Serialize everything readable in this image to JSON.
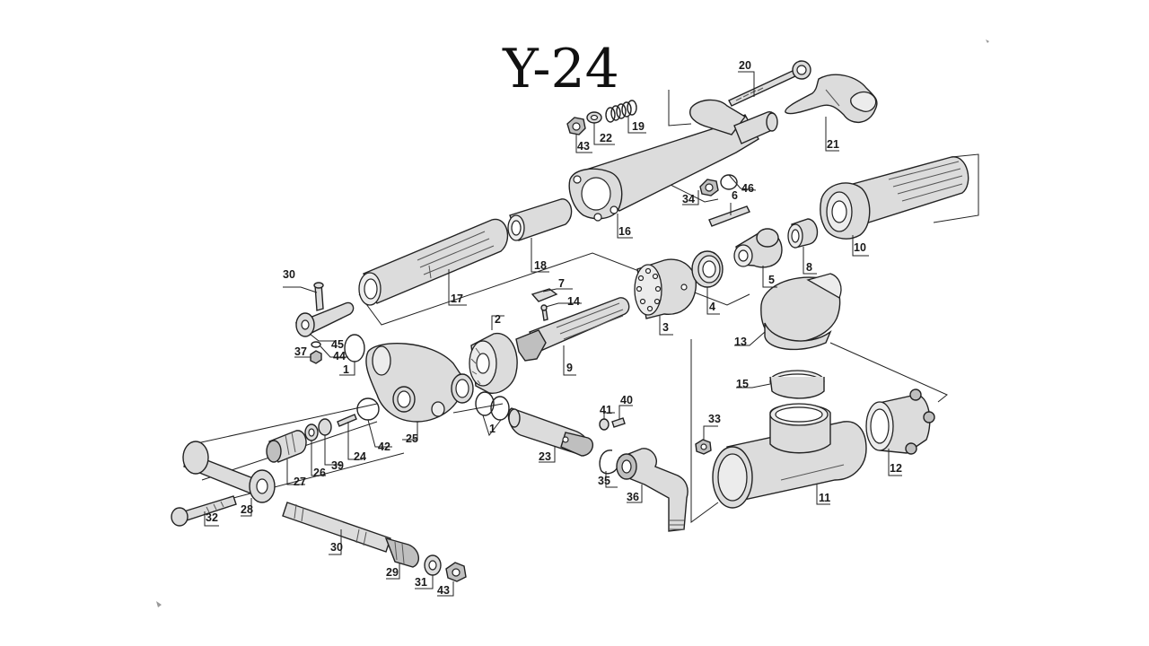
{
  "diagram": {
    "title": "Y-24",
    "labels": {
      "p1a": "1",
      "p1b": "1",
      "p2": "2",
      "p3": "3",
      "p4": "4",
      "p5": "5",
      "p6": "6",
      "p7": "7",
      "p8": "8",
      "p9": "9",
      "p10": "10",
      "p11": "11",
      "p12": "12",
      "p13": "13",
      "p14": "14",
      "p15": "15",
      "p16": "16",
      "p17": "17",
      "p18": "18",
      "p19": "19",
      "p20": "20",
      "p21": "21",
      "p22": "22",
      "p23": "23",
      "p24": "24",
      "p25": "25",
      "p26": "26",
      "p27": "27",
      "p28": "28",
      "p29": "29",
      "p30a": "30",
      "p30b": "30",
      "p31": "31",
      "p32": "32",
      "p33": "33",
      "p34": "34",
      "p35": "35",
      "p36": "36",
      "p37": "37",
      "p39": "39",
      "p40": "40",
      "p41": "41",
      "p42": "42",
      "p43a": "43",
      "p43b": "43",
      "p44": "44",
      "p45": "45",
      "p46": "46"
    }
  },
  "colors": {
    "background": "#ffffff",
    "part_fill": "#dcdcdc",
    "part_outline": "#222222"
  }
}
